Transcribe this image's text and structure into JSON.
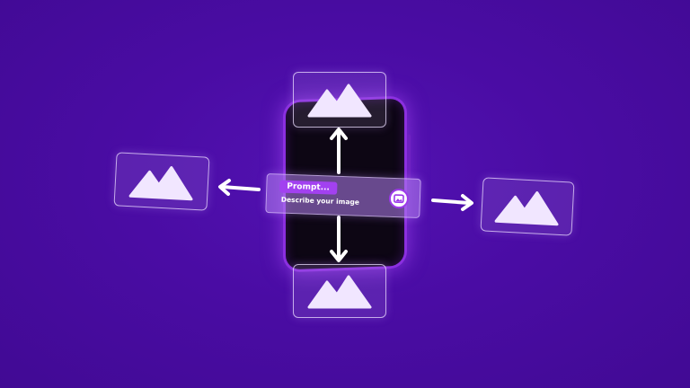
{
  "prompt_bar": {
    "label": "Prompt...",
    "text": "Describe your image",
    "action_icon": "image-generate-icon"
  },
  "cards": {
    "icon": "mountain-image-icon",
    "positions": [
      "top",
      "left",
      "right",
      "bottom"
    ]
  },
  "colors": {
    "background": "#4a0ea6",
    "accent": "#a241f0",
    "phone_glow": "#8b2fe0",
    "card_fill": "#f1e6ff"
  }
}
